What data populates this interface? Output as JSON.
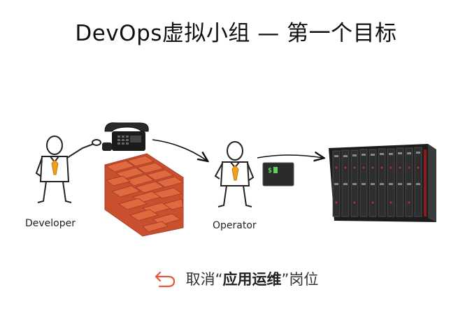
{
  "title": "DevOps虚拟小组 — 第一个目标",
  "developer_label": "Developer",
  "operator_label": "Operator",
  "terminal_prompt": "$",
  "caption": {
    "prefix": "取消",
    "open_quote": "“",
    "emphasis": "应用运维",
    "close_quote": "”",
    "suffix": "岗位"
  },
  "icons": [
    "person-icon",
    "telephone-icon",
    "brick-wall-icon",
    "terminal-icon",
    "server-rack-icon",
    "undo-icon"
  ],
  "colors": {
    "accent": "#e8553a",
    "brick": "#d9623b",
    "tie": "#f0a01a"
  }
}
